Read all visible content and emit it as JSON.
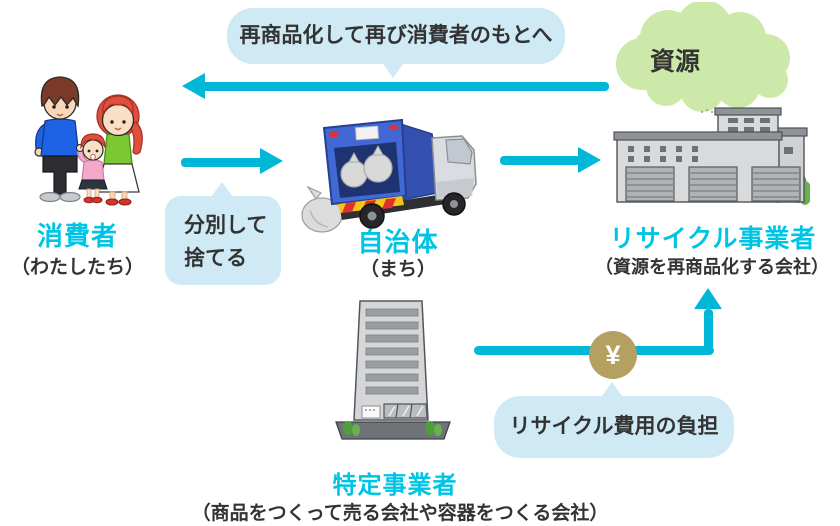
{
  "bubbles": {
    "remanufacture": "再商品化して再び消費者のもとへ",
    "sort_line1": "分別して",
    "sort_line2": "捨てる",
    "fee": "リサイクル費用の負担"
  },
  "cloud": {
    "label": "資源"
  },
  "money": {
    "yen": "¥"
  },
  "nodes": {
    "consumer": {
      "title": "消費者",
      "subtitle": "（わたしたち）"
    },
    "municipality": {
      "title": "自治体",
      "subtitle": "（まち）"
    },
    "recycler": {
      "title": "リサイクル事業者",
      "subtitle": "（資源を再商品化する会社）"
    },
    "producer": {
      "title": "特定事業者",
      "subtitle": "（商品をつくって売る会社や容器をつくる会社）"
    }
  },
  "colors": {
    "arrow_cyan": "#00b7d8",
    "label_cyan": "#00c4e4",
    "bubble_fill": "#cfeaf5",
    "cloud_green": "#cde9a9",
    "yen_gold": "#b4a161",
    "text_dark": "#333333",
    "truck_blue": "#4168d4",
    "building_gray": "#d8dadc"
  }
}
